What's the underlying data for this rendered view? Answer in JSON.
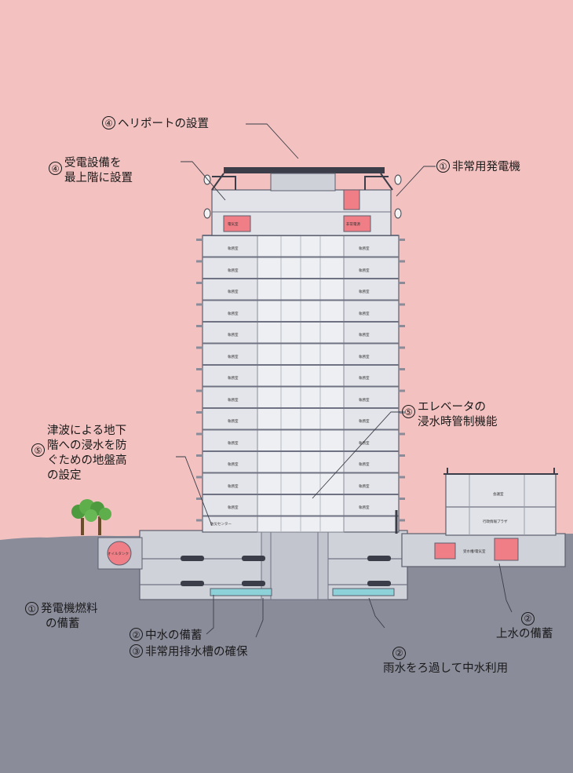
{
  "callouts": {
    "heliport": {
      "num": "④",
      "text": "ヘリポートの設置"
    },
    "power_receiving": {
      "num": "④",
      "lines": [
        "受電設備を",
        "最上階に設置"
      ]
    },
    "emergency_generator": {
      "num": "①",
      "text": "非常用発電機"
    },
    "elevator": {
      "num": "⑤",
      "lines": [
        "エレベータの",
        "浸水時管制機能"
      ]
    },
    "tsunami": {
      "num": "⑤",
      "lines": [
        "津波による地下",
        "階への浸水を防",
        "ぐための地盤高",
        "の設定"
      ]
    },
    "generator_fuel": {
      "num": "①",
      "lines": [
        "発電機燃料",
        "の備蓄"
      ]
    },
    "gray_water": {
      "num": "②",
      "text": "中水の備蓄"
    },
    "drain_tank": {
      "num": "③",
      "text": "非常用排水槽の確保"
    },
    "rainwater": {
      "num": "②",
      "text": "雨水をろ過して中水利用"
    },
    "tap_water": {
      "num": "②",
      "text": "上水の備蓄"
    }
  },
  "rooms": {
    "top_left": "電気室",
    "top_right": "非常電源",
    "floor_room": "執務室",
    "ground_center": "防災センター",
    "oil_tank": "オイルタンク",
    "annex_upper": "会議室",
    "annex_lower": "行政情報プラザ",
    "annex_basement": "受水槽/電気室"
  },
  "colors": {
    "sky": "#f3c2c0",
    "ground": "#8a8c9a",
    "building": "#dcdde3",
    "floor_line": "#6f7282",
    "tank": "#f07e86",
    "water": "#8ed2d9"
  }
}
